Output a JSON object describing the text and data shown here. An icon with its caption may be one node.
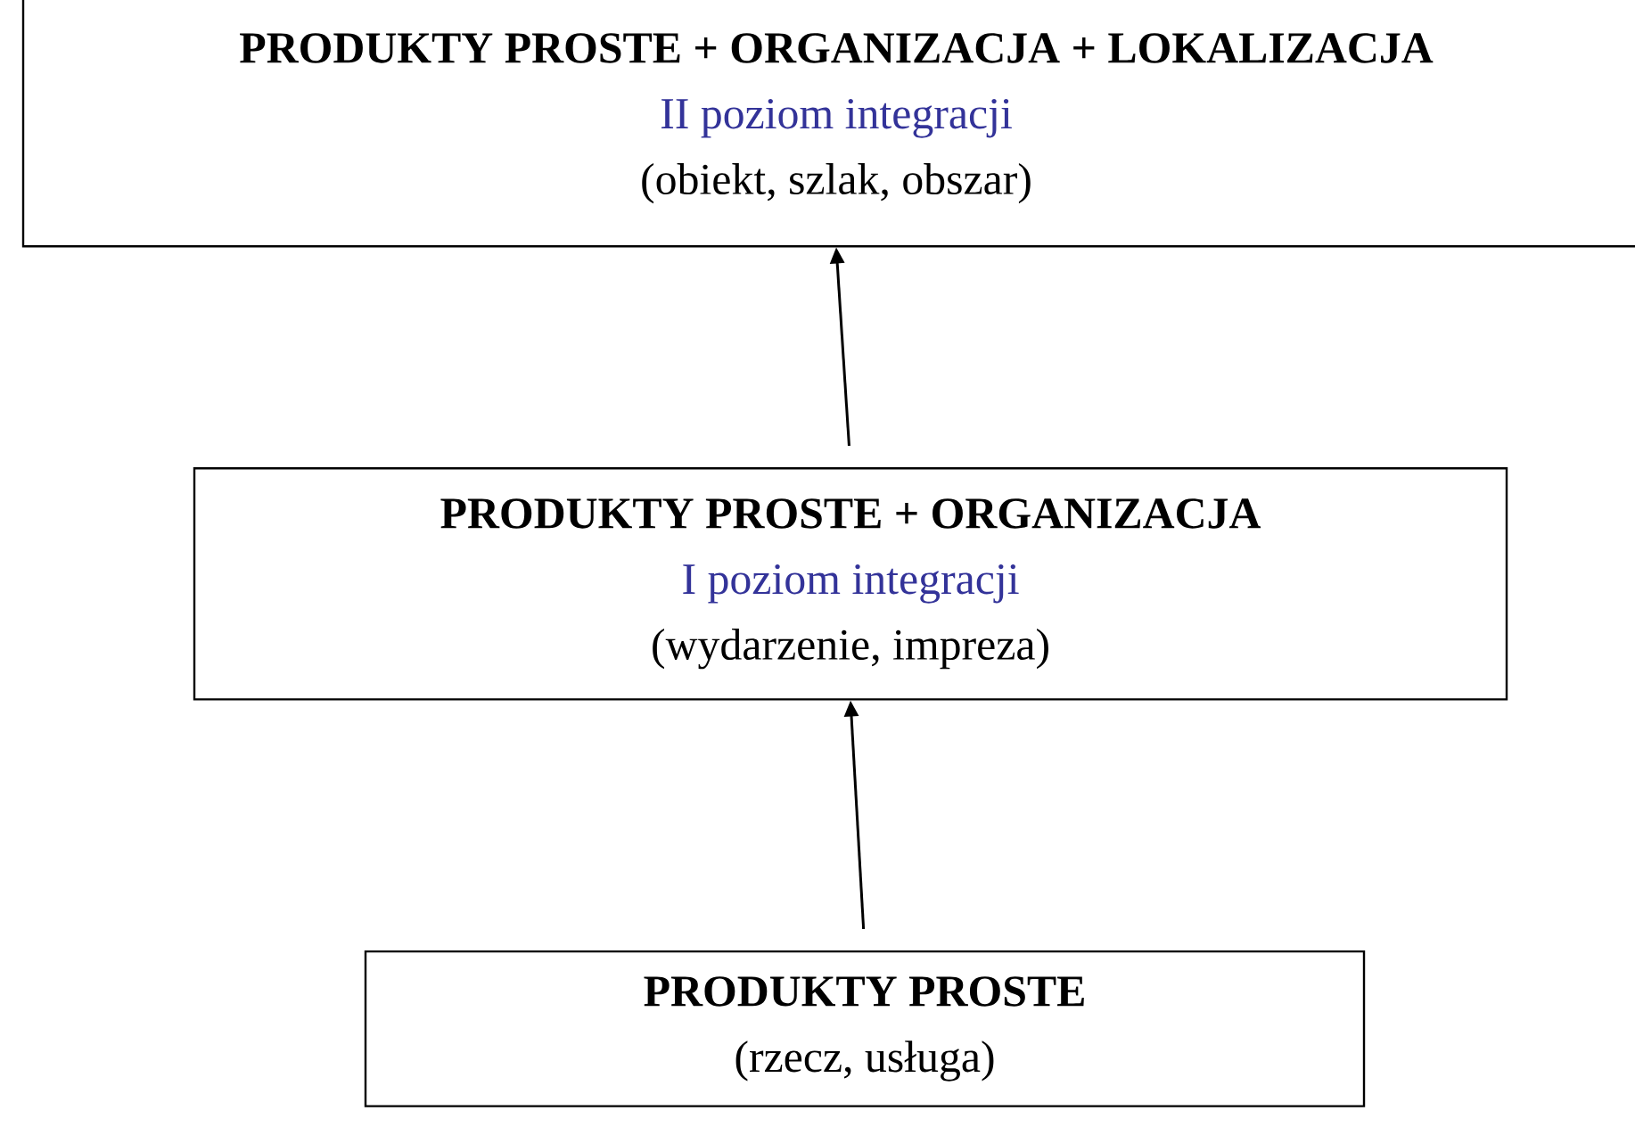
{
  "diagram": {
    "nodes": [
      {
        "text": [
          "PRODUKTY PROSTE + ORGANIZACJA + LOKALIZACJA",
          "II poziom integracji",
          "(obiekt, szlak, obszar)"
        ]
      },
      {
        "text": [
          "PRODUKTY PROSTE + ORGANIZACJA",
          "I poziom integracji",
          "(wydarzenie, impreza)"
        ]
      },
      {
        "text": [
          "PRODUKTY PROSTE",
          "(rzecz, usługa)"
        ]
      }
    ],
    "edges": [
      {
        "from": 1,
        "to": 0,
        "arrow": "to"
      },
      {
        "from": 2,
        "to": 1,
        "arrow": "to"
      }
    ]
  }
}
